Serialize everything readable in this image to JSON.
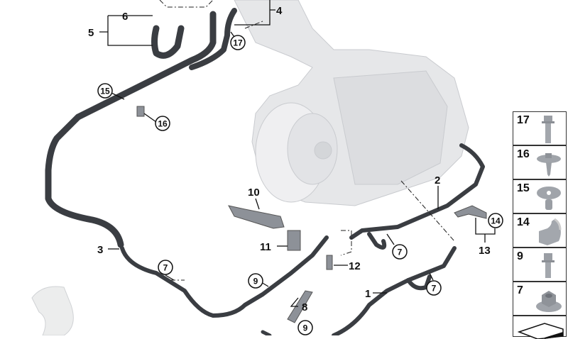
{
  "diagram": {
    "callouts": {
      "c1": "1",
      "c2": "2",
      "c3": "3",
      "c4": "4",
      "c5": "5",
      "c6": "6",
      "c7a": "7",
      "c7b": "7",
      "c7c": "7",
      "c8": "8",
      "c9a": "9",
      "c9b": "9",
      "c10": "10",
      "c11": "11",
      "c12": "12",
      "c13": "13",
      "c14": "14",
      "c15": "15",
      "c16": "16",
      "c17": "17"
    }
  },
  "parts_panel": {
    "items": [
      {
        "number": "17",
        "icon": "bolt-icon"
      },
      {
        "number": "16",
        "icon": "push-rivet-icon"
      },
      {
        "number": "15",
        "icon": "expanding-rivet-icon"
      },
      {
        "number": "14",
        "icon": "clip-icon"
      },
      {
        "number": "9",
        "icon": "bolt-icon"
      },
      {
        "number": "7",
        "icon": "collar-nut-icon"
      }
    ]
  }
}
